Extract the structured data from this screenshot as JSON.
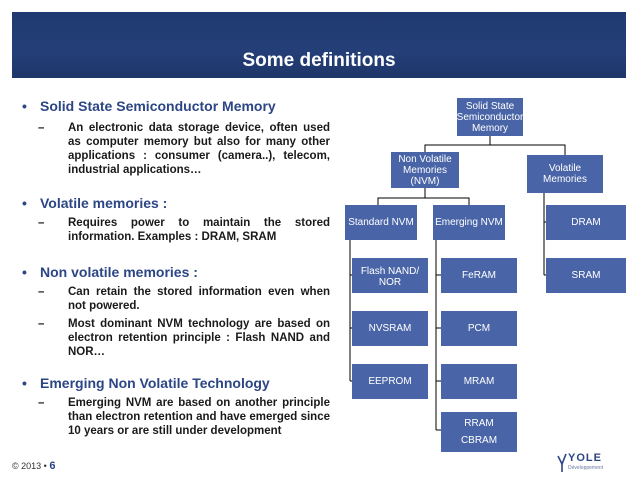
{
  "title": "Some definitions",
  "bullets": [
    {
      "heading": "Solid State Semiconductor Memory",
      "subs": [
        "An electronic data storage device, often used as computer memory but also for many other applications : consumer (camera..), telecom, industrial applications…"
      ]
    },
    {
      "heading": "Volatile memories :",
      "subs": [
        "Requires power to maintain the stored information. Examples : DRAM, SRAM"
      ]
    },
    {
      "heading": "Non volatile memories :",
      "subs": [
        "Can retain the stored information even when not powered.",
        "Most dominant NVM technology are based on electron retention principle : Flash NAND and NOR…"
      ]
    },
    {
      "heading": "Emerging Non Volatile Technology",
      "subs": [
        "Emerging NVM are based on another principle than electron retention and have emerged since 10 years or are still under development"
      ]
    }
  ],
  "footer": {
    "copyright": "© 2013 •",
    "page": "6"
  },
  "logo": {
    "brand": "YOLE",
    "sub": "Développement"
  },
  "tree": {
    "root": "Solid State Semiconductor Memory",
    "nvm": "Non Volatile Memories (NVM)",
    "volatile": "Volatile Memories",
    "standard_nvm": "Standard NVM",
    "emerging_nvm": "Emerging NVM",
    "dram": "DRAM",
    "sram": "SRAM",
    "flash": "Flash NAND/ NOR",
    "nvsram": "NVSRAM",
    "eeprom": "EEPROM",
    "feram": "FeRAM",
    "pcm": "PCM",
    "mram": "MRAM",
    "rram": "RRAM",
    "cbram": "CBRAM"
  },
  "colors": {
    "header": "#243f78",
    "node": "#4a65a7",
    "heading_text": "#2c4585"
  }
}
